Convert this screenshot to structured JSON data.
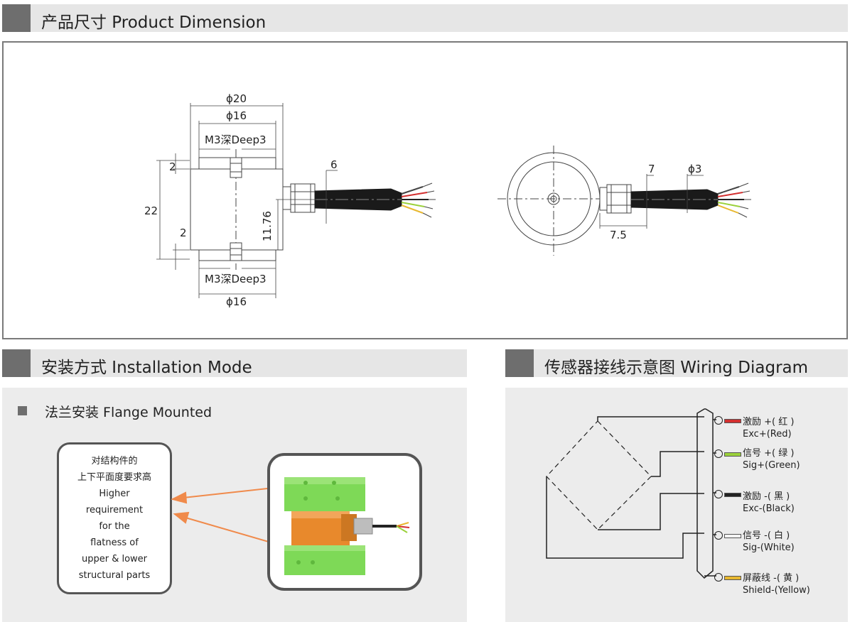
{
  "sections": {
    "dimension": {
      "title": "产品尺寸 Product Dimension"
    },
    "installation": {
      "title": "安装方式 Installation Mode"
    },
    "wiring": {
      "title": "传感器接线示意图  Wiring Diagram"
    }
  },
  "dimension": {
    "d20": "ϕ20",
    "d16_top": "ϕ16",
    "m3_top": "M3深Deep3",
    "h2_top": "2",
    "h22": "22",
    "h2_bottom": "2",
    "h1176": "11.76",
    "m3_bottom": "M3深Deep3",
    "d16_bottom": "ϕ16",
    "cable6": "6",
    "cable7": "7",
    "cable_d3": "ϕ3",
    "len75": "7.5"
  },
  "installation": {
    "method": "法兰安装 Flange Mounted",
    "callout": [
      "对结构件的",
      "上下平面度要求高",
      "Higher",
      "requirement",
      "for the",
      "flatness of",
      "upper & lower",
      "structural parts"
    ]
  },
  "wiring": {
    "wires": [
      {
        "cn": "激励 +( 红 )",
        "en": "Exc+(Red)",
        "color": "#d32f2f"
      },
      {
        "cn": "信号 +( 绿 )",
        "en": "Sig+(Green)",
        "color": "#9bd13b"
      },
      {
        "cn": "激励 -( 黑 )",
        "en": "Exc-(Black)",
        "color": "#222222"
      },
      {
        "cn": "信号 -( 白 )",
        "en": "Sig-(White)",
        "color": "#f4f4f4"
      },
      {
        "cn": "屏蔽线 -( 黄 )",
        "en": "Shield-(Yellow)",
        "color": "#e8b830"
      }
    ]
  },
  "colors": {
    "bar_bg": "#e6e6e6",
    "bar_mark": "#6e6e6e",
    "arrow": "#f08a4b",
    "block_green": "#7ed957",
    "sensor_orange": "#e8892c"
  }
}
